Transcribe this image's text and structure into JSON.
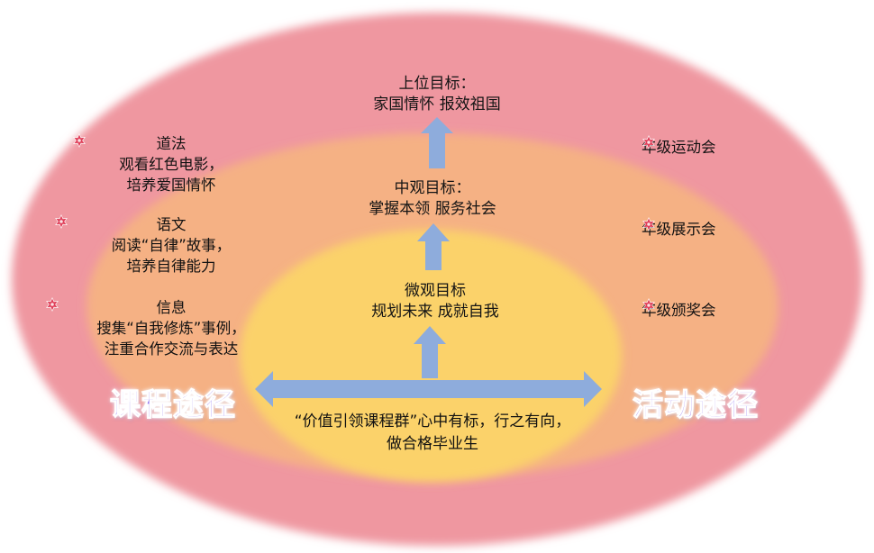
{
  "goals": {
    "upper": {
      "title": "上位目标：",
      "body": "家国情怀  报效祖国"
    },
    "middle": {
      "title": "中观目标：",
      "body": "掌握本领  服务社会"
    },
    "micro": {
      "title": "微观目标",
      "body": "规划未来  成就自我"
    }
  },
  "courses": [
    {
      "subject": "道法",
      "line1": "观看红色电影，",
      "line2": "培养爱国情怀"
    },
    {
      "subject": "语文",
      "line1": "阅读“自律”故事，",
      "line2": "培养自律能力"
    },
    {
      "subject": "信息",
      "line1": "搜集“自我修炼”事例，",
      "line2": "注重合作交流与表达"
    }
  ],
  "activities": [
    "年级运动会",
    "年级展示会",
    "年级颁奖会"
  ],
  "paths": {
    "left": "课程途径",
    "right": "活动途径"
  },
  "bottom": {
    "line1": "“价值引领课程群”心中有标，行之有向，",
    "line2": "做合格毕业生"
  },
  "colors": {
    "outer_ring": "#ef97a0",
    "middle_ring": "#f5b184",
    "inner_core": "#fbd26a",
    "arrow": "#8eacdc",
    "star": "#e0405a",
    "path_title": "#8c6ef0"
  },
  "icons": {
    "bullet": "star-burst-icon",
    "arrow": "arrow-icon"
  }
}
